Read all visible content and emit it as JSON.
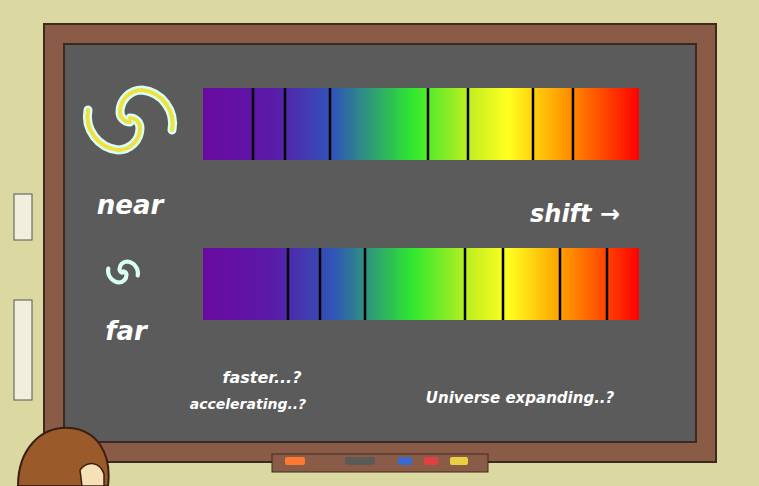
{
  "diagram": {
    "labels": [
      "near",
      "shift →",
      "far",
      "faster...?",
      "accelerating..?",
      "Universe expanding..?"
    ]
  }
}
